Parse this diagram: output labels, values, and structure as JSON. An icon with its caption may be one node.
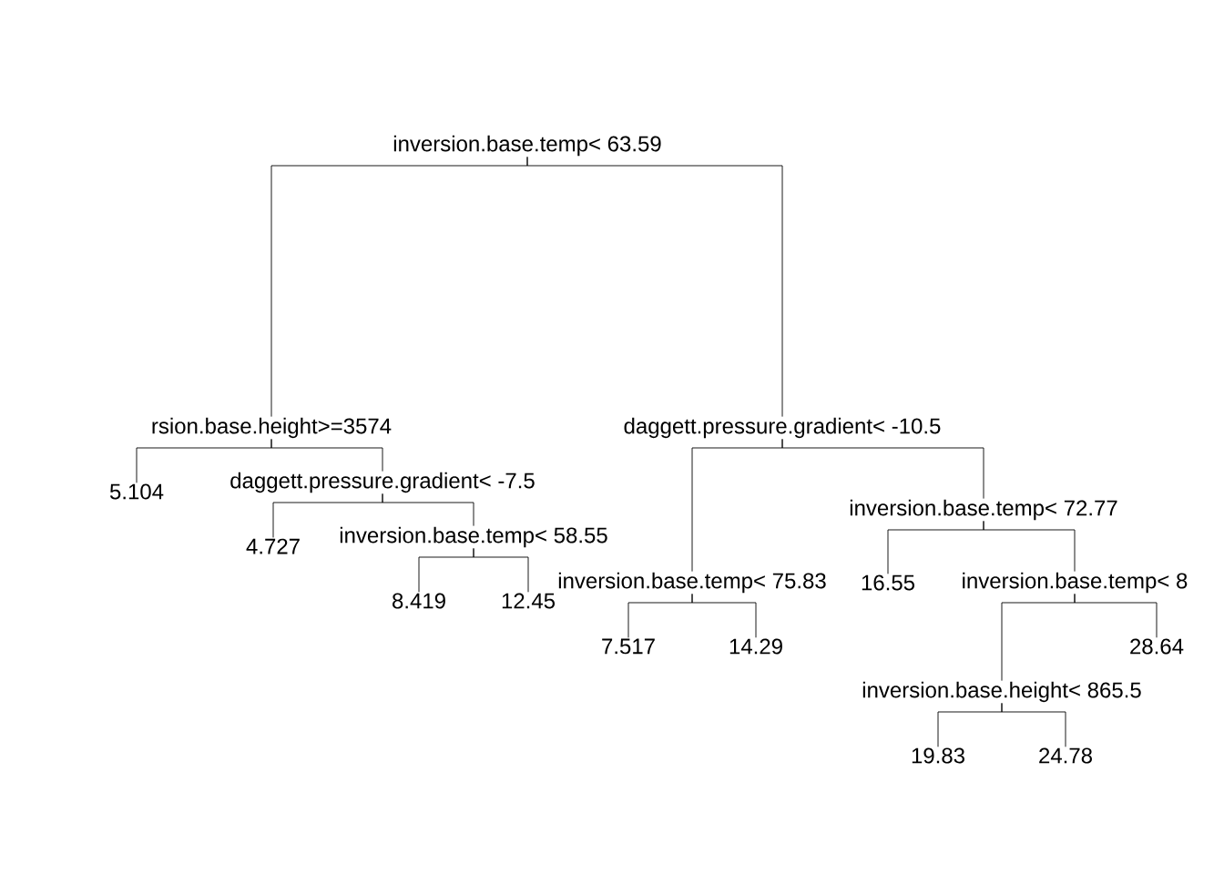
{
  "diagram": {
    "nodes": [
      {
        "text": [
          "inversion.base.temp< 63.59"
        ]
      },
      {
        "text": [
          "rsion.base.height>=3574"
        ]
      },
      {
        "text": [
          "5.104"
        ]
      },
      {
        "text": [
          "daggett.pressure.gradient< -7.5"
        ]
      },
      {
        "text": [
          "4.727"
        ]
      },
      {
        "text": [
          "inversion.base.temp< 58.55"
        ]
      },
      {
        "text": [
          "8.419"
        ]
      },
      {
        "text": [
          "12.45"
        ]
      },
      {
        "text": [
          "daggett.pressure.gradient< -10.5"
        ]
      },
      {
        "text": [
          "inversion.base.temp< 75.83"
        ]
      },
      {
        "text": [
          "7.517"
        ]
      },
      {
        "text": [
          "14.29"
        ]
      },
      {
        "text": [
          "inversion.base.temp< 72.77"
        ]
      },
      {
        "text": [
          "16.55"
        ]
      },
      {
        "text": [
          "inversion.base.temp< 8"
        ]
      },
      {
        "text": [
          "inversion.base.height< 865.5"
        ]
      },
      {
        "text": [
          "19.83"
        ]
      },
      {
        "text": [
          "24.78"
        ]
      },
      {
        "text": [
          "28.64"
        ]
      }
    ],
    "edges": [
      {
        "from": 0,
        "to": 1,
        "arrow": "none"
      },
      {
        "from": 1,
        "to": 2,
        "arrow": "none"
      },
      {
        "from": 1,
        "to": 3,
        "arrow": "none"
      },
      {
        "from": 3,
        "to": 4,
        "arrow": "none"
      },
      {
        "from": 3,
        "to": 5,
        "arrow": "none"
      },
      {
        "from": 5,
        "to": 6,
        "arrow": "none"
      },
      {
        "from": 5,
        "to": 7,
        "arrow": "none"
      },
      {
        "from": 0,
        "to": 8,
        "arrow": "none"
      },
      {
        "from": 8,
        "to": 9,
        "arrow": "none"
      },
      {
        "from": 9,
        "to": 10,
        "arrow": "none"
      },
      {
        "from": 9,
        "to": 11,
        "arrow": "none"
      },
      {
        "from": 8,
        "to": 12,
        "arrow": "none"
      },
      {
        "from": 12,
        "to": 13,
        "arrow": "none"
      },
      {
        "from": 12,
        "to": 14,
        "arrow": "none"
      },
      {
        "from": 14,
        "to": 15,
        "arrow": "none"
      },
      {
        "from": 15,
        "to": 16,
        "arrow": "none"
      },
      {
        "from": 15,
        "to": 17,
        "arrow": "none"
      },
      {
        "from": 14,
        "to": 18,
        "arrow": "none"
      }
    ]
  }
}
